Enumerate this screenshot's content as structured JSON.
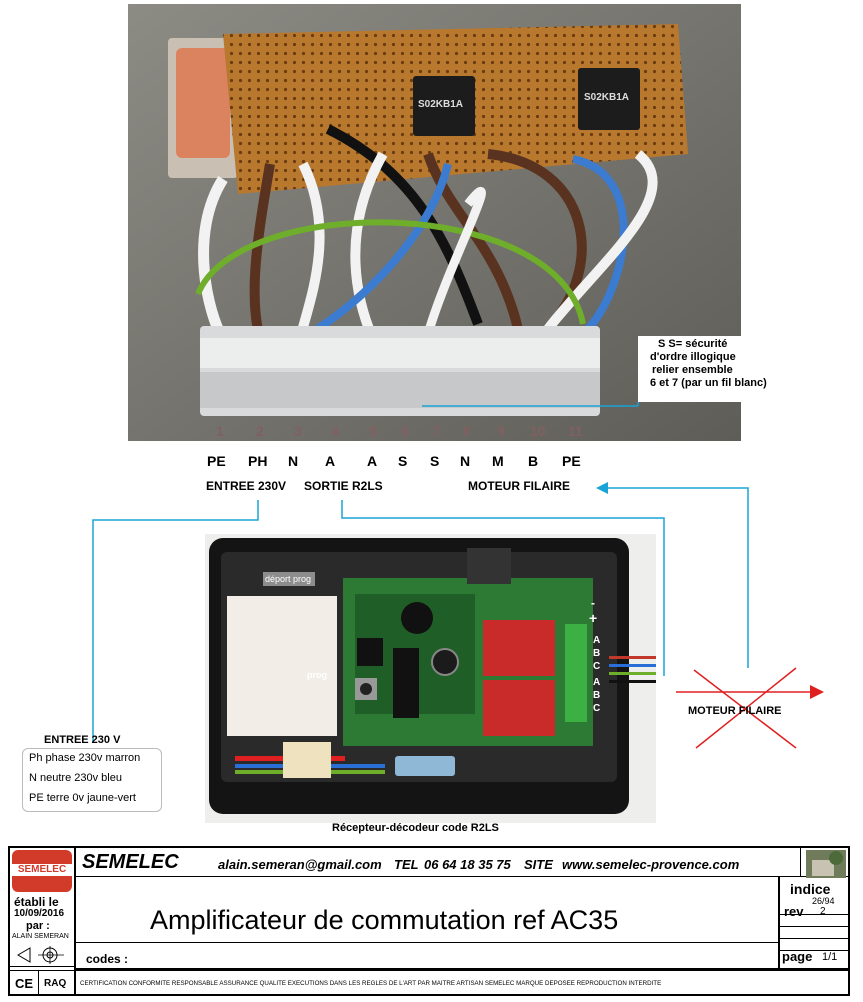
{
  "terminals": {
    "numbers": [
      "1",
      "2",
      "3",
      "4",
      "5",
      "6",
      "7",
      "8",
      "9",
      "10",
      "11"
    ],
    "labels": [
      "PE",
      "PH",
      "N",
      "A",
      "A",
      "S",
      "S",
      "N",
      "M",
      "B",
      "PE"
    ],
    "group_input": "ENTREE  230V",
    "group_output": "SORTIE R2LS",
    "group_motor": "MOTEUR  FILAIRE"
  },
  "note": {
    "line1": "S S= sécurité",
    "line2": "d'ordre illogique",
    "line3": "relier ensemble",
    "line4": "6 et 7 (par un fil blanc)"
  },
  "photo1": {
    "bridge_label_1": "S02KB1A",
    "bridge_label_2": "S02KB1A"
  },
  "receiver": {
    "deport_label": "déport prog",
    "prog_label": "prog",
    "caption": "Récepteur-décodeur code R2LS",
    "pin_plus": "+",
    "pin_minus": "-",
    "pins_relay1": [
      "A",
      "B",
      "C"
    ],
    "pins_relay2": [
      "A",
      "B",
      "C"
    ],
    "moteur_label": "MOTEUR  FILAIRE"
  },
  "entree": {
    "title": "ENTREE   230 V",
    "line1": "Ph phase 230v marron",
    "line2": "N   neutre 230v bleu",
    "line3": "PE terre  0v jaune-vert"
  },
  "titleblock": {
    "logo_text": "SEMELEC",
    "brand": "SEMELEC",
    "email": "alain.semeran@gmail.com",
    "tel_label": "TEL",
    "tel": "06 64 18 35 75",
    "site_label": "SITE",
    "site": "www.semelec-provence.com",
    "etabli_label": "établi le",
    "date": "10/09/2016",
    "par_label": "par :",
    "author": "ALAIN SEMERAN",
    "title": "Amplificateur de commutation ref AC35",
    "indice_label": "indice",
    "indice_value": "26/94",
    "rev_label": "rev",
    "rev_value": "2",
    "codes_label": "codes :",
    "page_label": "page",
    "page_value": "1/1",
    "ce_mark": "CE",
    "raq": "RAQ",
    "certification": "CERTIFICATION CONFORMITE RESPONSABLE ASSURANCE QUALITE   EXECUTIONS DANS LES REGLES DE L'ART PAR MAITRE ARTISAN  SEMELEC MARQUE DEPOSEE  REPRODUCTION INTERDITE"
  },
  "colors": {
    "connector_line": "#1aa3d6",
    "cross": "#e02020",
    "arrow": "#e02020",
    "logo_red": "#d23a2a"
  }
}
